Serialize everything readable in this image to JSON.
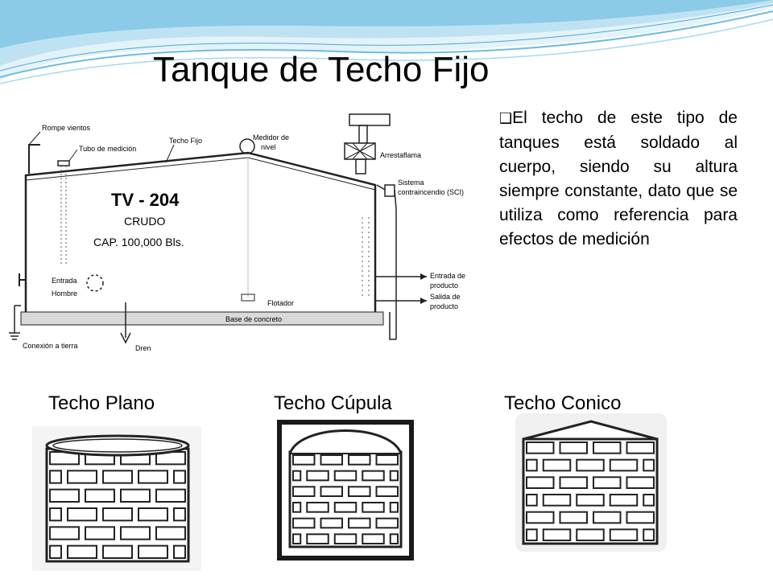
{
  "slide": {
    "title": "Tanque de Techo Fijo",
    "description": "El techo de este tipo de tanques está soldado al cuerpo, siendo su altura siempre constante, dato que se utiliza como referencia para efectos de medición"
  },
  "diagram": {
    "tank_id": "TV - 204",
    "content": "CRUDO",
    "capacity": "CAP. 100,000 Bls.",
    "labels": {
      "rompe_vientos": "Rompe vientos",
      "tubo_medicion": "Tubo de medición",
      "techo_fijo": "Techo Fijo",
      "medidor_nivel_1": "Medidor de",
      "medidor_nivel_2": "nivel",
      "arrestaflama": "Arrestaflama",
      "sistema_1": "Sistema",
      "sistema_2": "contraincendio (SCI)",
      "entrada_hombre_1": "Entrada",
      "entrada_hombre_2": "Hombre",
      "entrada_producto_1": "Entrada de",
      "entrada_producto_2": "producto",
      "salida_producto_1": "Salida de",
      "salida_producto_2": "producto",
      "flotador": "Flotador",
      "base": "Base de concreto",
      "conexion": "Conexión a tierra",
      "dren": "Dren"
    }
  },
  "roof_types": [
    {
      "label": "Techo Plano",
      "roof": "flat"
    },
    {
      "label": "Techo Cúpula",
      "roof": "dome"
    },
    {
      "label": "Techo Conico",
      "roof": "cone"
    }
  ],
  "colors": {
    "wave_light": "#d6ecf6",
    "wave_mid": "#9fd0e8",
    "wave_dark": "#5fb0d8",
    "line": "#222222"
  }
}
